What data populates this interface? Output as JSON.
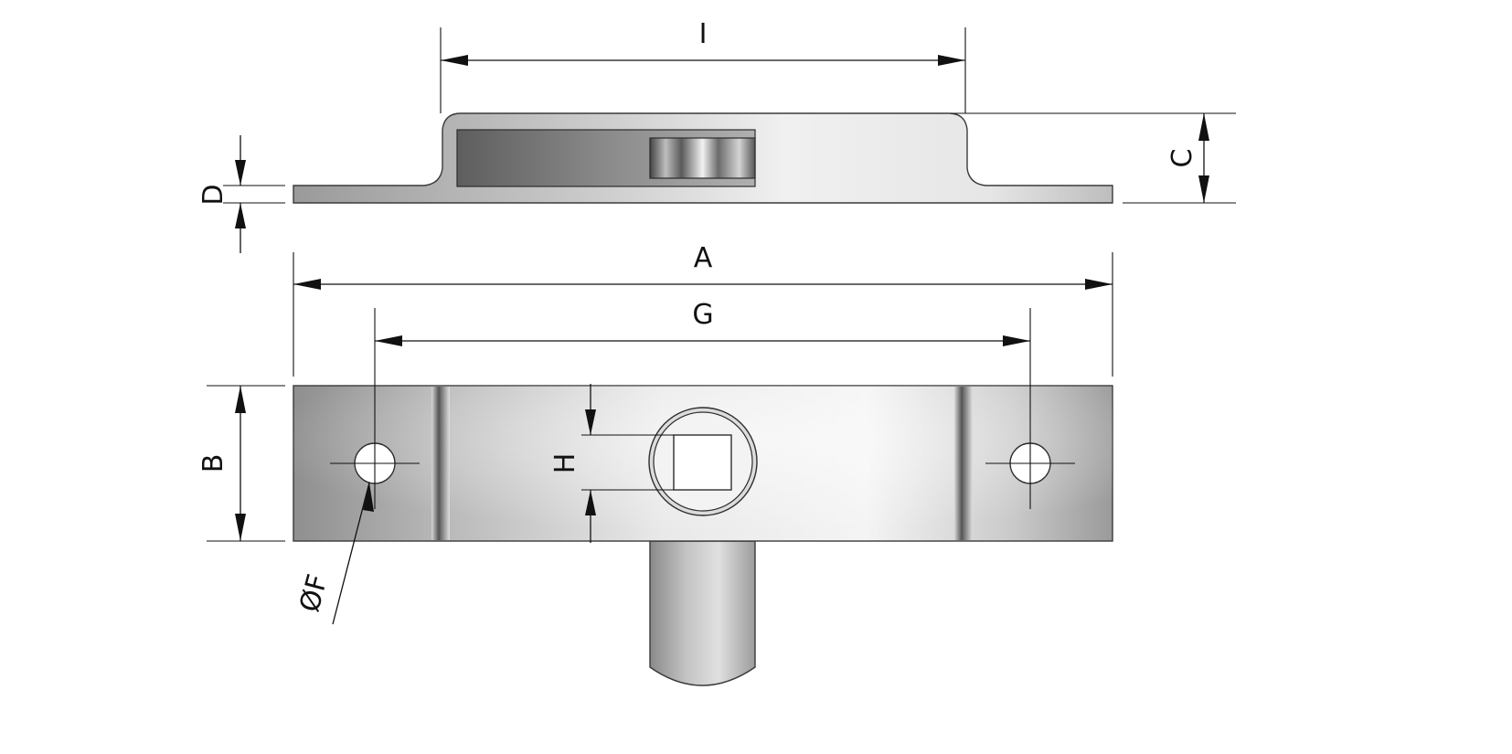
{
  "diagram": {
    "dimension_labels": {
      "I": "I",
      "D": "D",
      "C": "C",
      "A": "A",
      "G": "G",
      "B": "B",
      "H": "H",
      "F": "ØF"
    }
  }
}
